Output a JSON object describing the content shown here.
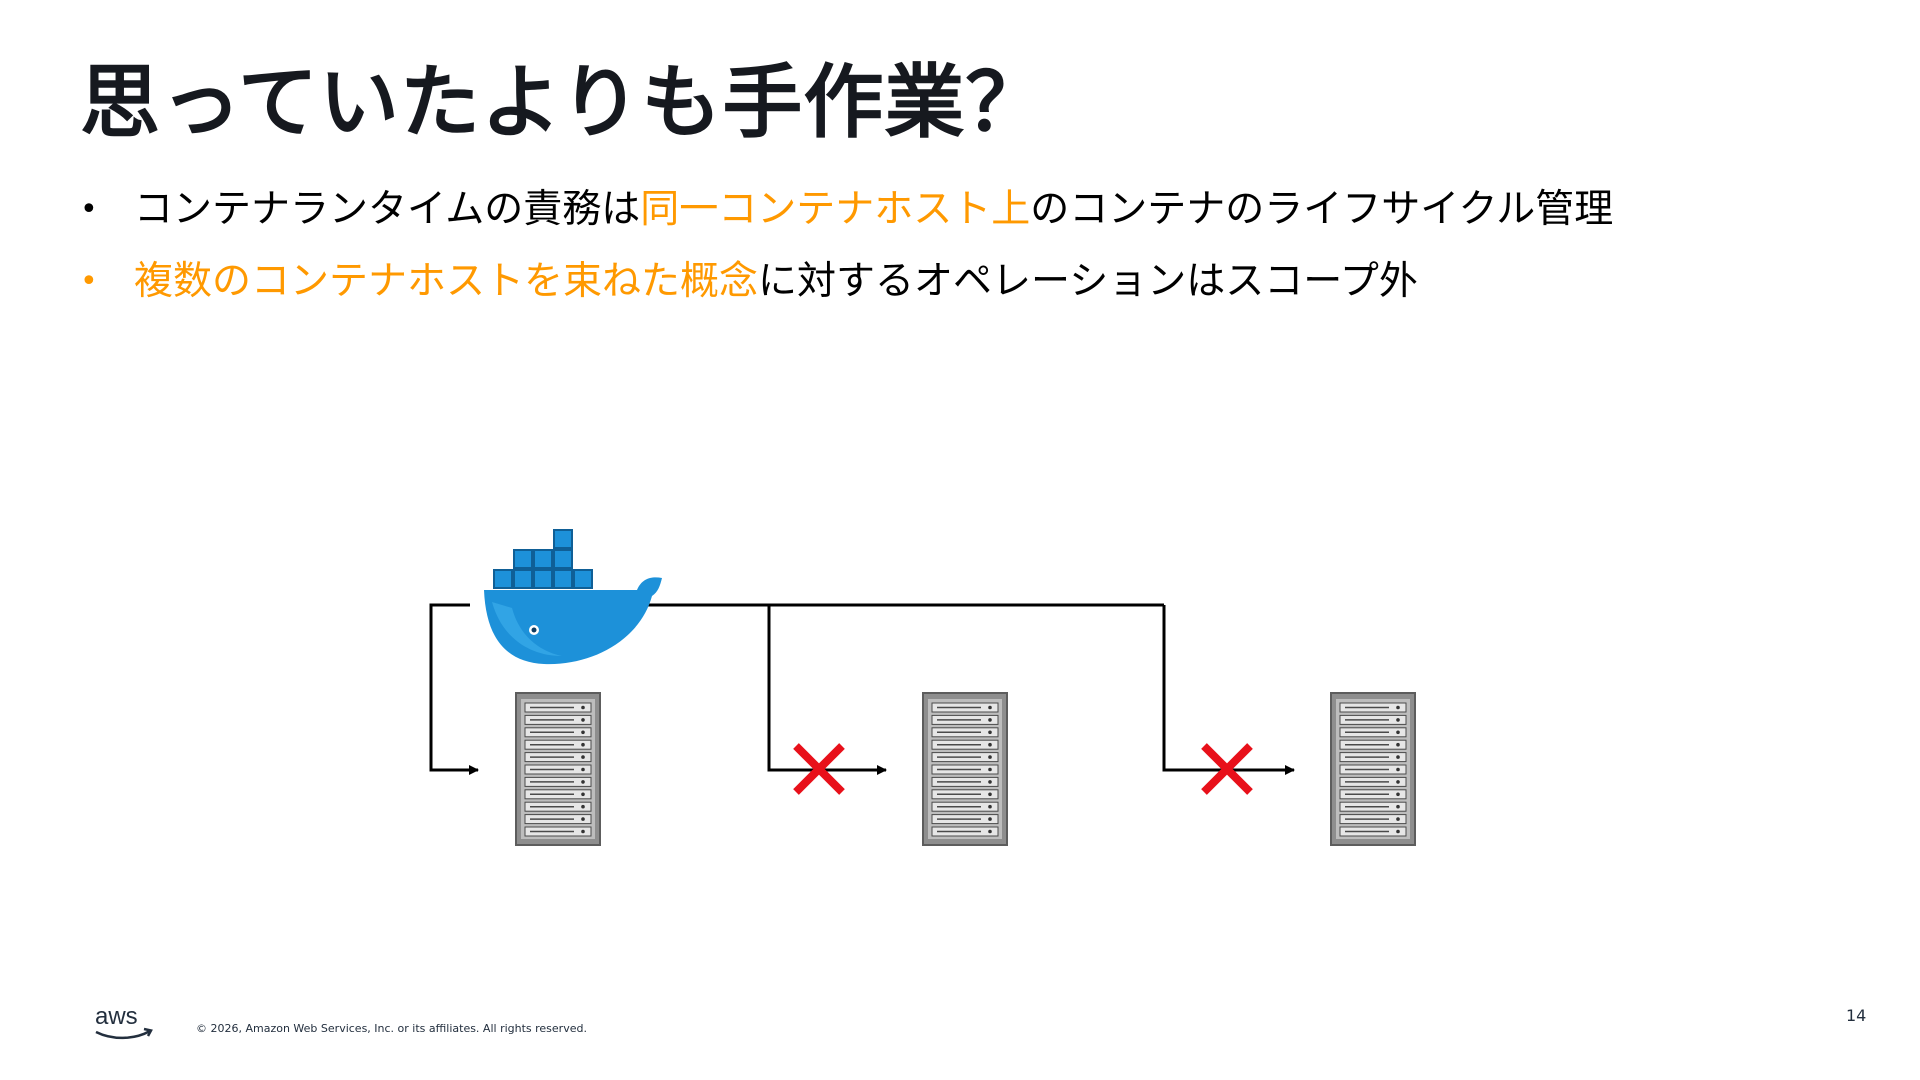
{
  "slide": {
    "title": "思っていたよりも手作業？",
    "page_number": "14",
    "copyright": "© 2026, Amazon Web Services, Inc. or its affiliates. All rights reserved."
  },
  "bullets": [
    {
      "bullet_char": "•",
      "bullet_color": "#000000",
      "parts": [
        {
          "text": "コンテナランタイムの責務は",
          "color": "#000000"
        },
        {
          "text": "同一コンテナホスト上",
          "color": "#ff9900"
        },
        {
          "text": "のコンテナのライフサイクル管理",
          "color": "#000000"
        }
      ]
    },
    {
      "bullet_char": "•",
      "bullet_color": "#ff9900",
      "parts": [
        {
          "text": "複数のコンテナホストを束ねた概念",
          "color": "#ff9900"
        },
        {
          "text": "に対するオペレーションはスコープ外",
          "color": "#000000"
        }
      ]
    }
  ],
  "diagram": {
    "runtime_icon": "docker-whale-icon",
    "hosts": [
      {
        "icon": "server-rack-icon",
        "reachable": true
      },
      {
        "icon": "server-rack-icon",
        "reachable": false
      },
      {
        "icon": "server-rack-icon",
        "reachable": false
      }
    ],
    "blocked_icon": "red-cross-icon",
    "colors": {
      "docker_blue": "#1d91d9",
      "docker_light": "#3fb0ec",
      "blocked_red": "#e8101a",
      "server_gray": "#8e8e8e"
    }
  },
  "logo": {
    "icon": "aws-logo-icon",
    "text": "aws"
  },
  "colors": {
    "title": "#16191f",
    "accent": "#ff9900",
    "text": "#000000"
  }
}
